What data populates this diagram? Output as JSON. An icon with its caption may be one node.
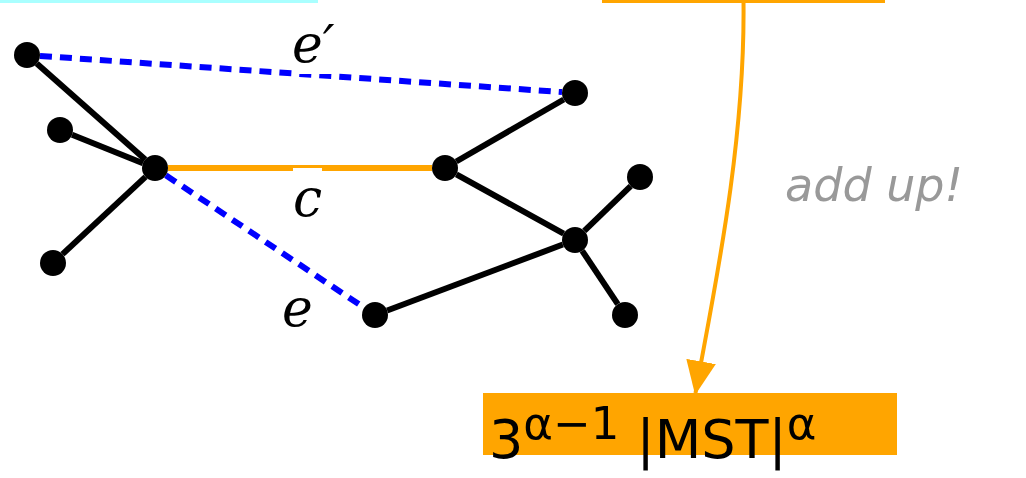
{
  "diagram": {
    "nodes": [
      {
        "text": [],
        "shape": "box"
      },
      {
        "text": [],
        "shape": "box"
      },
      {
        "text": [],
        "shape": "circle"
      },
      {
        "text": [],
        "shape": "circle"
      },
      {
        "text": [],
        "shape": "circle"
      },
      {
        "text": [],
        "shape": "circle"
      },
      {
        "text": [],
        "shape": "circle"
      },
      {
        "text": [],
        "shape": "circle"
      },
      {
        "text": [],
        "shape": "circle"
      },
      {
        "text": [],
        "shape": "circle"
      },
      {
        "text": [],
        "shape": "circle"
      },
      {
        "text": [],
        "shape": "circle"
      },
      {
        "text": [
          "3$^{α−1}$ |MST|$^{α}$"
        ]
      }
    ],
    "edges": [
      {
        "from": 2,
        "to": 3,
        "arrow": "none",
        "label": "e′",
        "style": "dashed",
        "color": "#0000ff"
      },
      {
        "from": 2,
        "to": 5,
        "arrow": "none"
      },
      {
        "from": 4,
        "to": 5,
        "arrow": "none"
      },
      {
        "from": 9,
        "to": 5,
        "arrow": "none"
      },
      {
        "from": 5,
        "to": 6,
        "arrow": "none",
        "label": "c",
        "color": "#ffa500"
      },
      {
        "from": 5,
        "to": 10,
        "arrow": "none",
        "label": "e",
        "style": "dashed",
        "color": "#0000ff"
      },
      {
        "from": 6,
        "to": 3,
        "arrow": "none"
      },
      {
        "from": 6,
        "to": 8,
        "arrow": "none"
      },
      {
        "from": 8,
        "to": 7,
        "arrow": "none"
      },
      {
        "from": 8,
        "to": 11,
        "arrow": "none"
      },
      {
        "from": 10,
        "to": 8,
        "arrow": "none"
      },
      {
        "from": 1,
        "to": 12,
        "arrow": "to",
        "label": "add up!",
        "color": "#ffa500"
      }
    ]
  }
}
